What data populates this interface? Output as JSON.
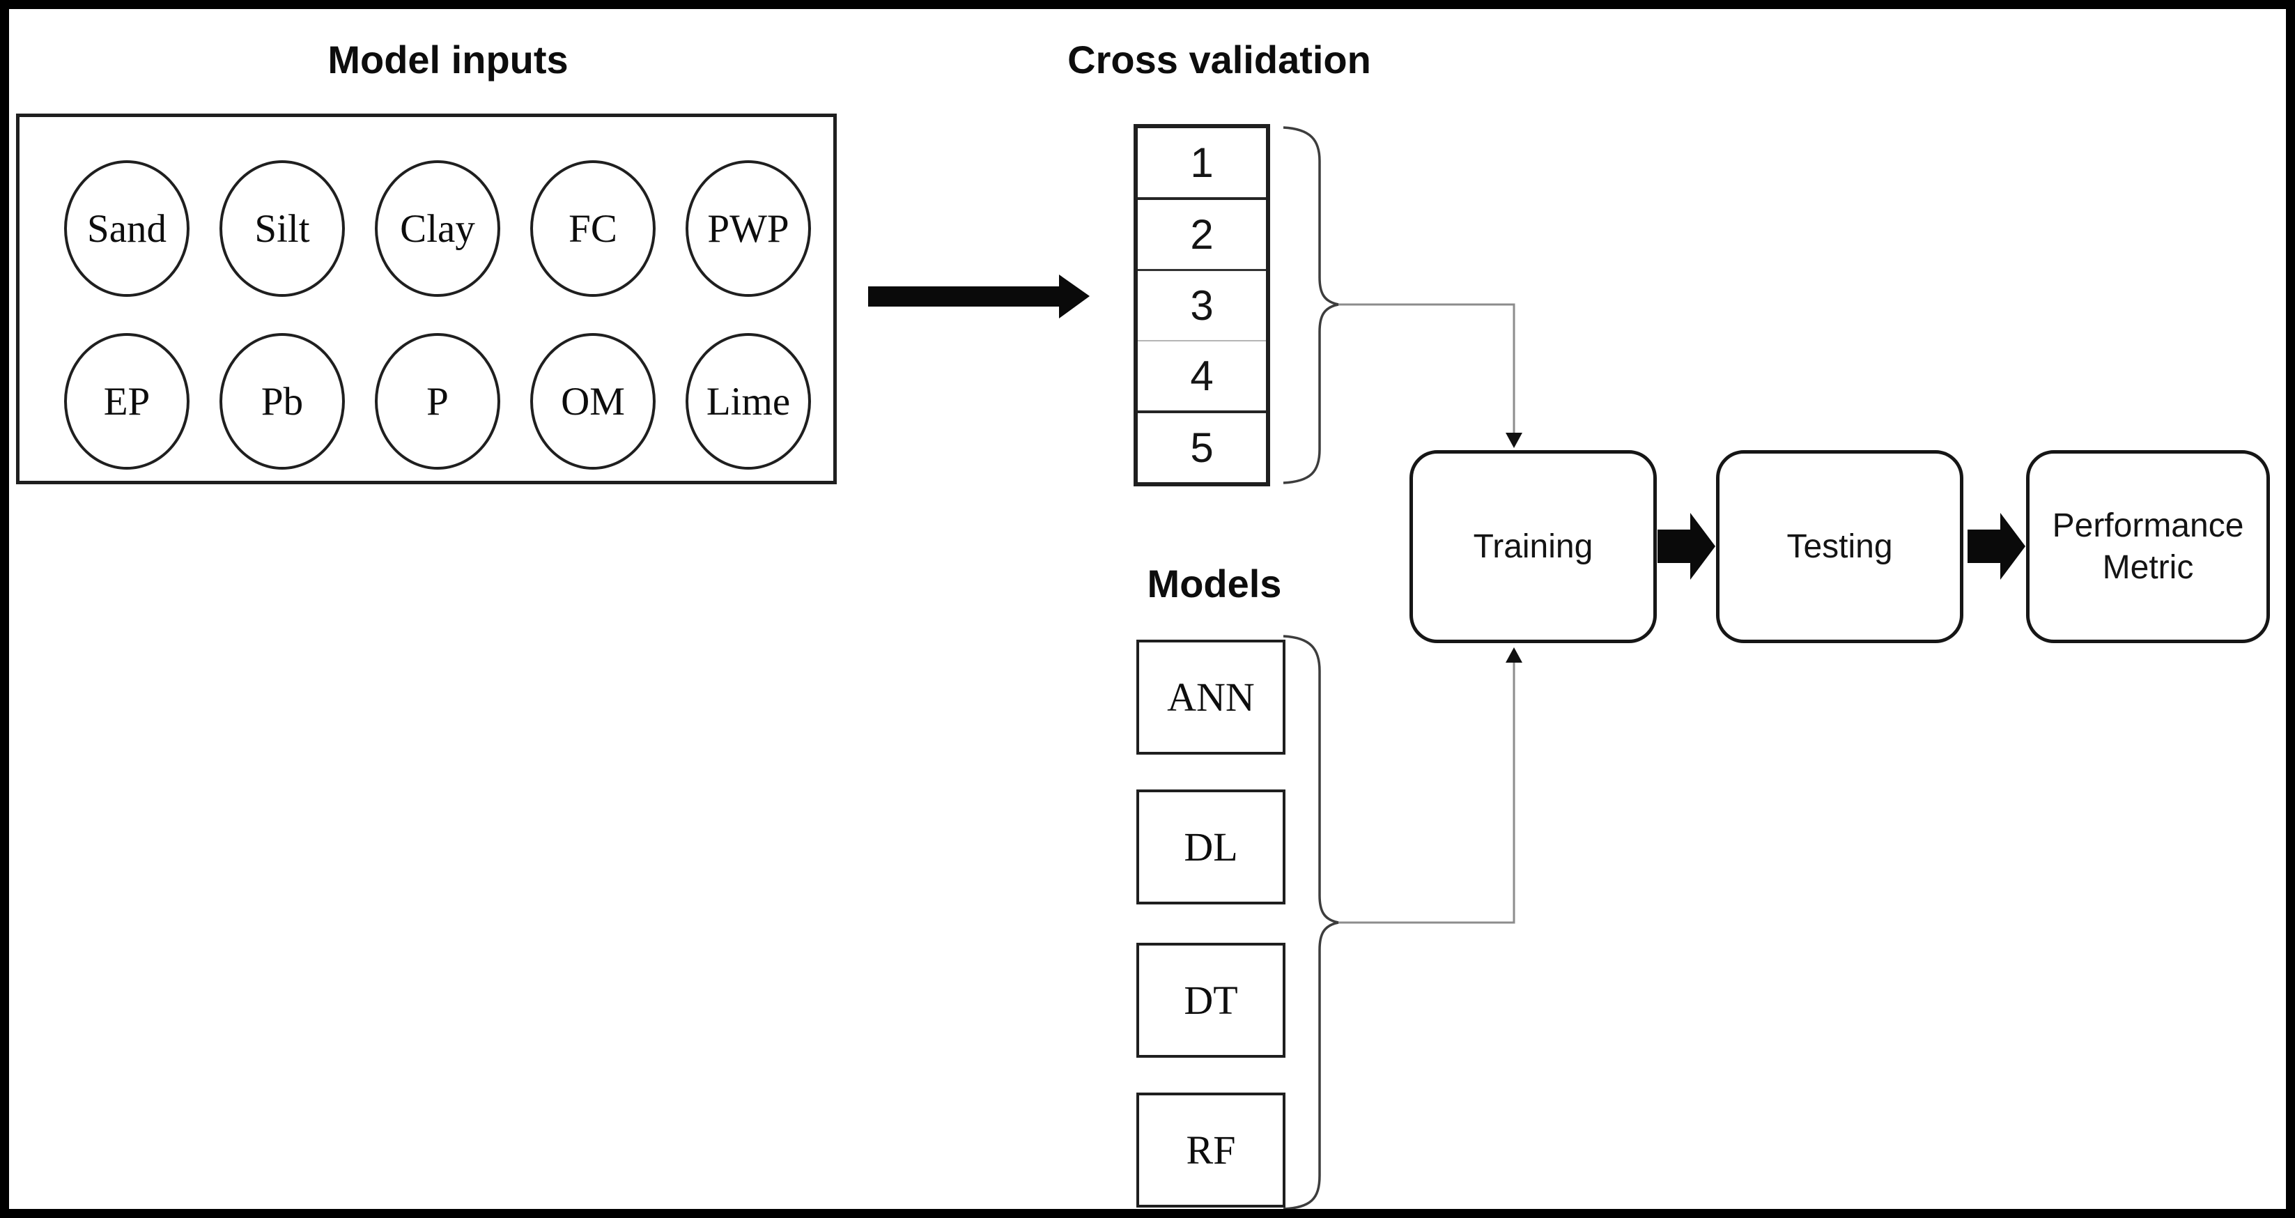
{
  "model_inputs": {
    "title": "Model inputs",
    "row1": [
      "Sand",
      "Silt",
      "Clay",
      "FC",
      "PWP"
    ],
    "row2": [
      "EP",
      "Pb",
      "P",
      "OM",
      "Lime"
    ]
  },
  "cross_validation": {
    "title": "Cross validation",
    "folds": [
      "1",
      "2",
      "3",
      "4",
      "5"
    ]
  },
  "models": {
    "title": "Models",
    "items": [
      "ANN",
      "DL",
      "DT",
      "RF"
    ]
  },
  "pipeline": {
    "training_label": "Training",
    "testing_label": "Testing",
    "performance_metric_label": "Performance Metric"
  },
  "icons": {
    "inputs_to_cv": "thick-right-arrow",
    "training_to_testing": "thick-right-arrow",
    "testing_to_metric": "thick-right-arrow",
    "cv_to_training": "thin-elbow-arrow-down",
    "models_to_training": "thin-elbow-arrow-up",
    "cv_group": "right-curly-brace",
    "models_group": "right-curly-brace"
  },
  "colors": {
    "ink": "#111111",
    "border": "#1f1f1f",
    "thin_connector": "#8c8c8c",
    "thick_arrow": "#0a0a0a",
    "background": "#ffffff"
  }
}
